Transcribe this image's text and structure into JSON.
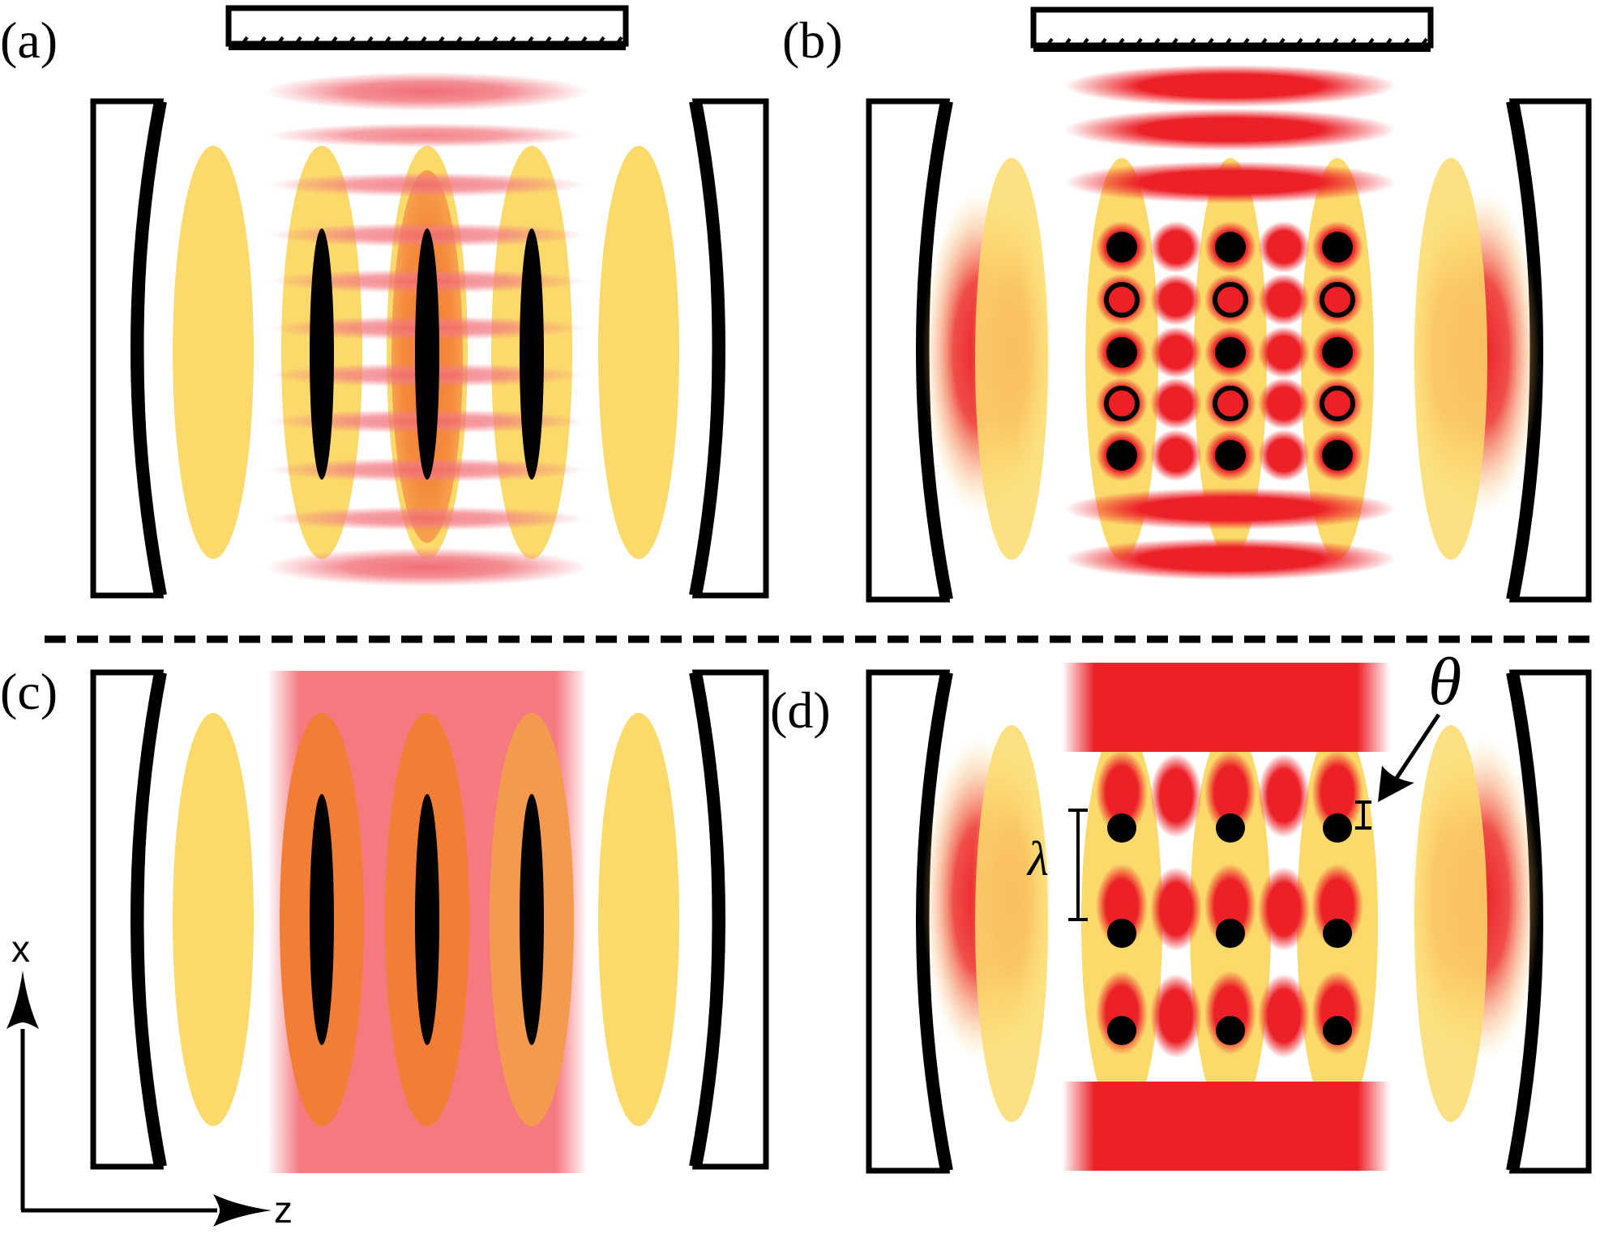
{
  "panels": {
    "a": {
      "label": "(a)"
    },
    "b": {
      "label": "(b)"
    },
    "c": {
      "label": "(c)"
    },
    "d": {
      "label": "(d)"
    }
  },
  "axes": {
    "x_label": "x",
    "z_label": "z"
  },
  "symbols": {
    "theta": "θ",
    "lambda": "λ"
  },
  "colors": {
    "pump_yellow": "#fbda6b",
    "cavity_orange": "#f27e36",
    "standing_red": "#ec2027",
    "pink_light": "#f47a80",
    "atom_black": "#000000",
    "mirror_stroke": "#000000"
  }
}
